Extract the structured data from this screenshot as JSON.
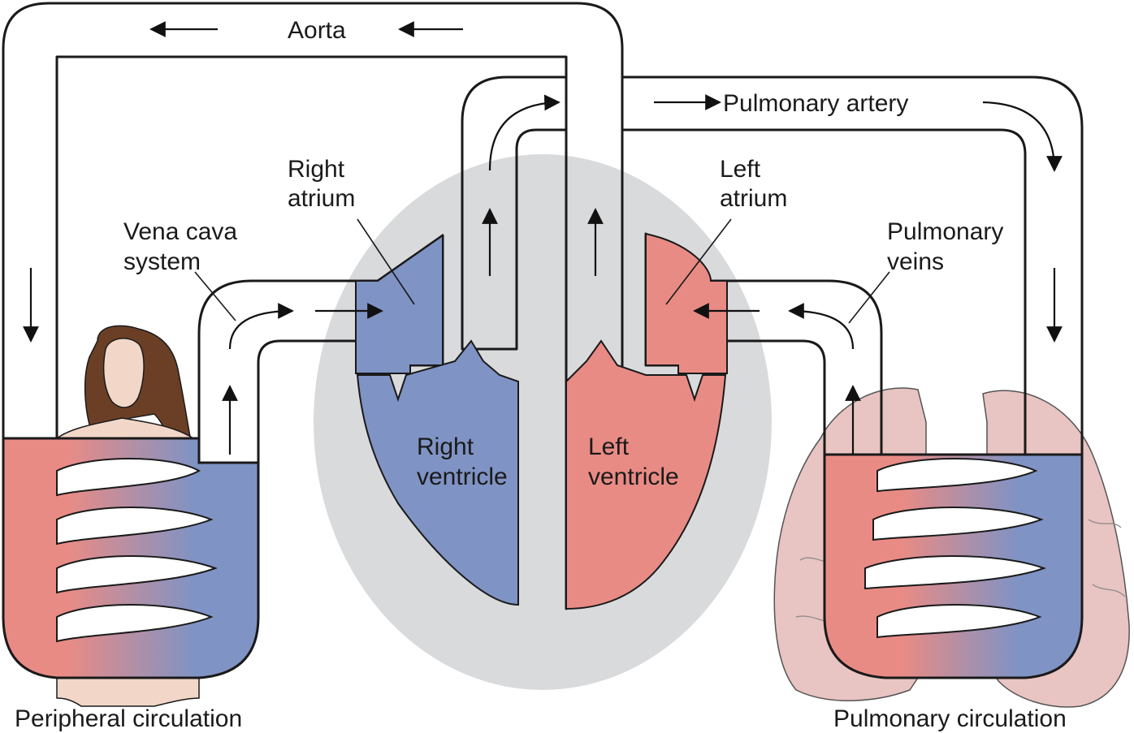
{
  "labels": {
    "aorta": "Aorta",
    "pulmonary_artery": "Pulmonary artery",
    "right_atrium_1": "Right",
    "right_atrium_2": "atrium",
    "left_atrium_1": "Left",
    "left_atrium_2": "atrium",
    "vena_cava_1": "Vena cava",
    "vena_cava_2": "system",
    "pulmonary_veins_1": "Pulmonary",
    "pulmonary_veins_2": "veins",
    "right_ventricle_1": "Right",
    "right_ventricle_2": "ventricle",
    "left_ventricle_1": "Left",
    "left_ventricle_2": "ventricle",
    "peripheral_circulation": "Peripheral circulation",
    "pulmonary_circulation": "Pulmonary circulation"
  },
  "colors": {
    "oxygenated": "#e98b85",
    "deoxygenated": "#7f93c4",
    "heart_background": "#d9dadc",
    "lung_tissue": "#e8c4c2",
    "skin": "#f2d7c8",
    "hair": "#6b3f26",
    "outline": "#1a1a1a"
  }
}
